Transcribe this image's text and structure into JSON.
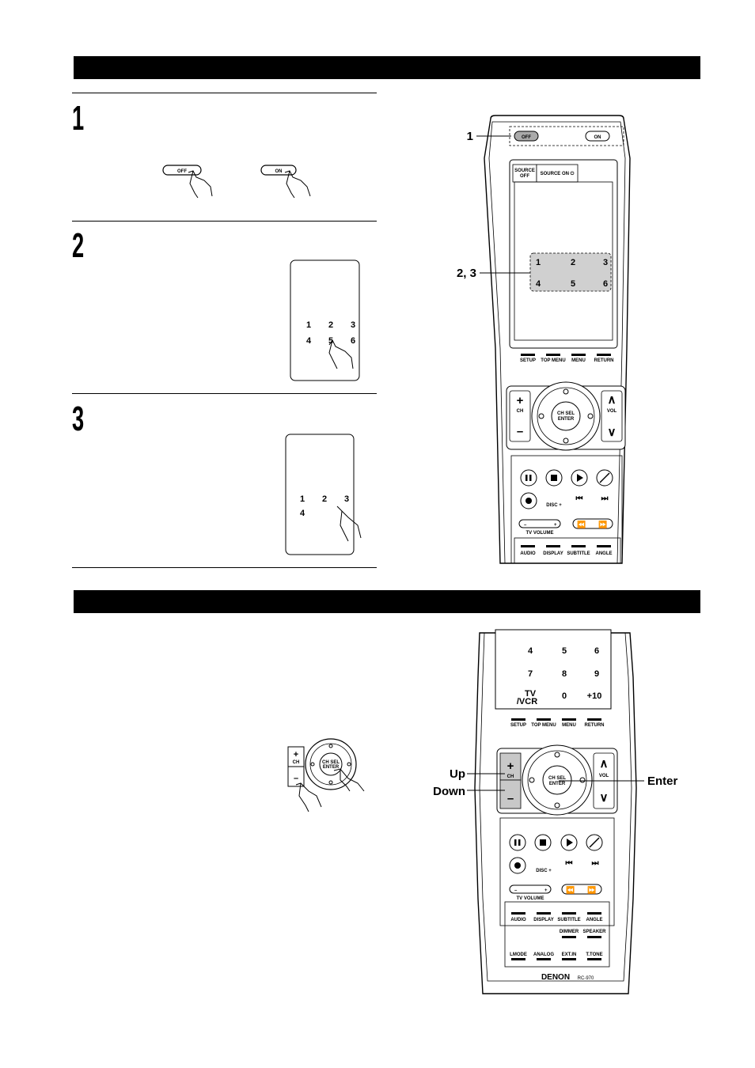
{
  "sections": [
    {
      "bar_text": ""
    },
    {
      "bar_text": ""
    }
  ],
  "steps": [
    {
      "number": "1"
    },
    {
      "number": "2"
    },
    {
      "number": "3"
    }
  ],
  "step1_buttons": {
    "off": "OFF",
    "on": "ON"
  },
  "mini_screen_a": {
    "row1": [
      "1",
      "2",
      "3"
    ],
    "row2": [
      "4",
      "5",
      "6"
    ]
  },
  "mini_screen_b": {
    "row1": [
      "1",
      "2",
      "3"
    ],
    "row2": [
      "4"
    ]
  },
  "remote_top": {
    "callouts": {
      "one": "1",
      "two_three": "2, 3"
    },
    "power": {
      "off": "OFF",
      "on": "ON"
    },
    "tabs": {
      "source_off_line1": "SOURCE",
      "source_off_line2": "OFF",
      "source_on": "SOURCE ON ⏻"
    },
    "screen_numbers": [
      "1",
      "2",
      "3",
      "4",
      "5",
      "6"
    ],
    "menu_buttons": [
      "SETUP",
      "TOP MENU",
      "MENU",
      "RETURN"
    ],
    "ch": {
      "plus": "+",
      "label": "CH",
      "minus": "–"
    },
    "vol": {
      "up": "∧",
      "label": "VOL",
      "down": "∨"
    },
    "center": {
      "line1": "CH SEL",
      "line2": "ENTER"
    },
    "disc": "DISC +",
    "tv_volume": "TV VOLUME",
    "tv_minus": "–",
    "tv_plus": "+",
    "bottom_buttons": [
      "AUDIO",
      "DISPLAY",
      "SUBTITLE",
      "ANGLE"
    ]
  },
  "mini_dial": {
    "plus": "+",
    "ch": "CH",
    "minus": "–",
    "center1": "CH SEL",
    "center2": "ENTER"
  },
  "remote_bottom": {
    "callouts": {
      "up": "Up",
      "down": "Down",
      "enter": "Enter"
    },
    "keypad": [
      "4",
      "5",
      "6",
      "7",
      "8",
      "9",
      "TV",
      "/VCR",
      "0",
      "+10"
    ],
    "menu_buttons": [
      "SETUP",
      "TOP MENU",
      "MENU",
      "RETURN"
    ],
    "ch": {
      "plus": "+",
      "label": "CH",
      "minus": "–"
    },
    "vol": {
      "up": "∧",
      "label": "VOL",
      "down": "∨"
    },
    "center": {
      "line1": "CH SEL",
      "line2": "ENTER"
    },
    "disc": "DISC +",
    "tv_volume": "TV VOLUME",
    "tv_minus": "–",
    "tv_plus": "+",
    "row1": [
      "AUDIO",
      "DISPLAY",
      "SUBTITLE",
      "ANGLE"
    ],
    "row2": [
      "DIMMER",
      "SPEAKER"
    ],
    "row3": [
      "LMODE",
      "ANALOG",
      "EXT.IN",
      "T.TONE"
    ],
    "brand": "DENON",
    "model": "RC-970"
  }
}
